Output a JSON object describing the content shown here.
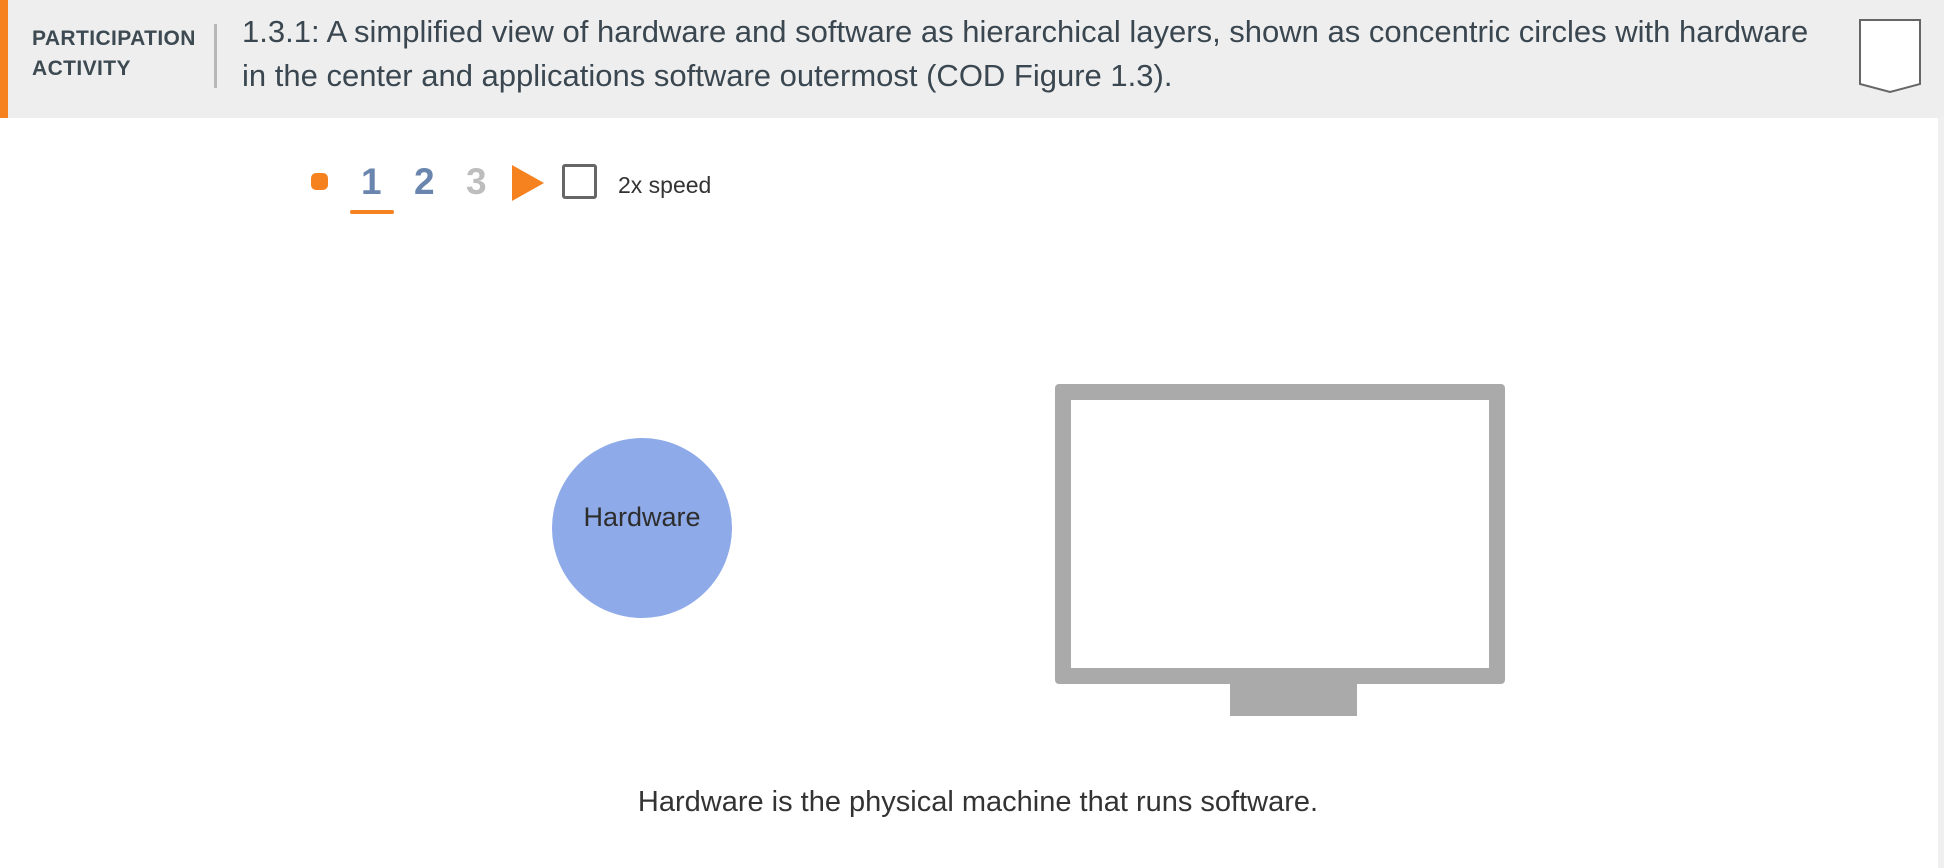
{
  "header": {
    "activity_label_line1": "PARTICIPATION",
    "activity_label_line2": "ACTIVITY",
    "title_line1": "1.3.1: A simplified view of hardware and software as hierarchical layers, shown as concentric circles with hardware",
    "title_line2": "in the center and applications software outermost (COD Figure 1.3).",
    "accent_color": "#f5821f",
    "bookmark_icon": "bookmark-icon"
  },
  "controls": {
    "start_icon": "start-square-icon",
    "steps": [
      "1",
      "2",
      "3"
    ],
    "current_step": "1",
    "play_icon": "play-triangle-icon",
    "speed_label": "2x speed",
    "speed_checked": false
  },
  "animation": {
    "hardware_label": "Hardware",
    "hardware_color": "#8eaae8",
    "monitor_icon": "computer-monitor-icon",
    "monitor_color": "#aaaaaa"
  },
  "caption": "Hardware is the physical machine that runs software."
}
